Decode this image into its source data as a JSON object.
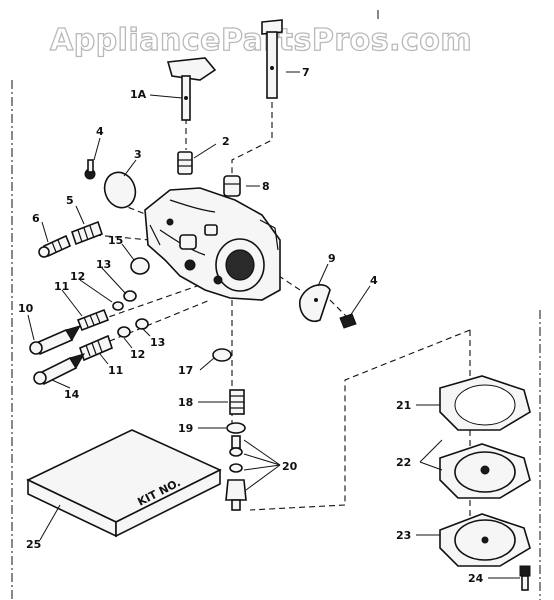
{
  "watermark": "AppliancePartsPros.com",
  "parts": [
    {
      "id": "1a",
      "label": "1A"
    },
    {
      "id": "2",
      "label": "2"
    },
    {
      "id": "3",
      "label": "3"
    },
    {
      "id": "4a",
      "label": "4"
    },
    {
      "id": "4b",
      "label": "4"
    },
    {
      "id": "5",
      "label": "5"
    },
    {
      "id": "6",
      "label": "6"
    },
    {
      "id": "7",
      "label": "7"
    },
    {
      "id": "8",
      "label": "8"
    },
    {
      "id": "9",
      "label": "9"
    },
    {
      "id": "10",
      "label": "10"
    },
    {
      "id": "11a",
      "label": "11"
    },
    {
      "id": "11b",
      "label": "11"
    },
    {
      "id": "12a",
      "label": "12"
    },
    {
      "id": "12b",
      "label": "12"
    },
    {
      "id": "13a",
      "label": "13"
    },
    {
      "id": "13b",
      "label": "13"
    },
    {
      "id": "14",
      "label": "14"
    },
    {
      "id": "15",
      "label": "15"
    },
    {
      "id": "17",
      "label": "17"
    },
    {
      "id": "18",
      "label": "18"
    },
    {
      "id": "19",
      "label": "19"
    },
    {
      "id": "20",
      "label": "20"
    },
    {
      "id": "21",
      "label": "21"
    },
    {
      "id": "22",
      "label": "22"
    },
    {
      "id": "23",
      "label": "23"
    },
    {
      "id": "24",
      "label": "24"
    },
    {
      "id": "25",
      "label": "25"
    }
  ],
  "repair_kit_label": "KIT NO."
}
